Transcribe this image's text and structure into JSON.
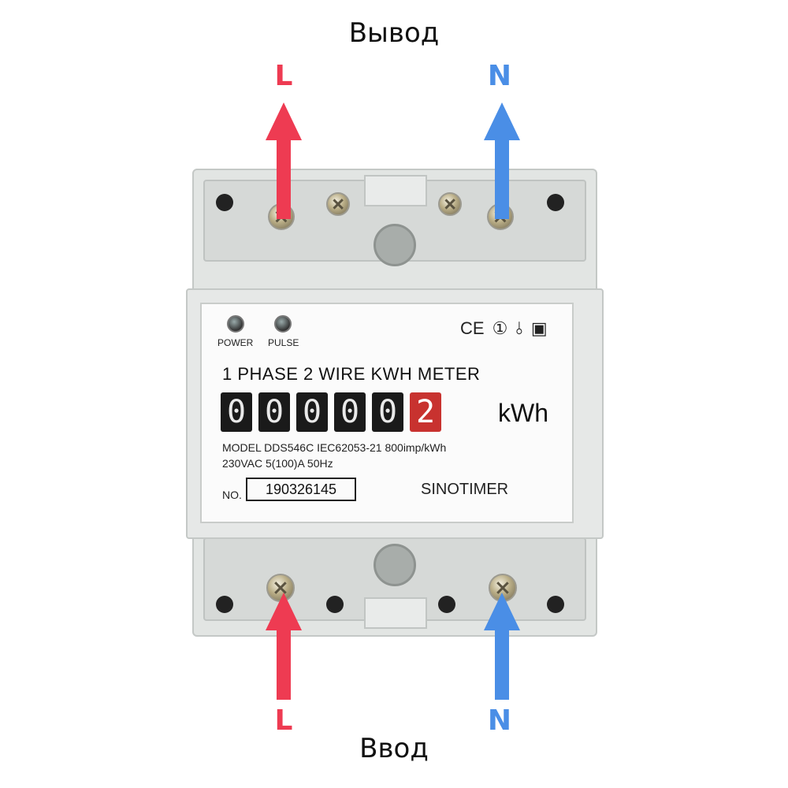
{
  "captions": {
    "top": "Вывод",
    "bottom": "Ввод"
  },
  "labels": {
    "top_left": "L",
    "top_right": "N",
    "bottom_left": "L",
    "bottom_right": "N"
  },
  "colors": {
    "line": "#ee3b52",
    "neutral": "#4a8ee6"
  },
  "meter": {
    "indicators": [
      "POWER",
      "PULSE"
    ],
    "marks": [
      "CE",
      "①",
      "⫰",
      "▣"
    ],
    "title": "1 PHASE 2 WIRE KWH METER",
    "counter_digits": [
      "0",
      "0",
      "0",
      "0",
      "0",
      "2"
    ],
    "unit": "kWh",
    "model_line": "MODEL DDS546C IEC62053-21 800imp/kWh",
    "rating_line": "230VAC 5(100)A 50Hz",
    "no_label": "NO.",
    "serial": "190326145",
    "brand": "SINOTIMER"
  }
}
